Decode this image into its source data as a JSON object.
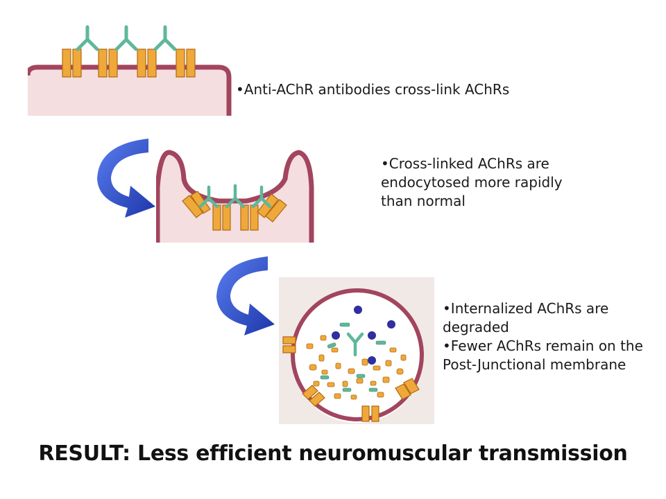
{
  "captions": {
    "step1": [
      "•Anti-AChR antibodies cross-link AChRs"
    ],
    "step2": [
      "•Cross-linked AChRs are",
      "endocytosed more rapidly",
      "than normal"
    ],
    "step3": [
      "•Internalized AChRs are",
      "degraded",
      "•Fewer AChRs remain on the",
      "Post-Junctional membrane"
    ]
  },
  "result": "RESULT: Less efficient neuromuscular transmission",
  "colors": {
    "membrane": "#a2455e",
    "cytoplasm": "#f4dee0",
    "receptor": "#efa83a",
    "antibody": "#5fb79a",
    "arrow": "#2b4fc9",
    "protease": "#2f2fa0"
  }
}
